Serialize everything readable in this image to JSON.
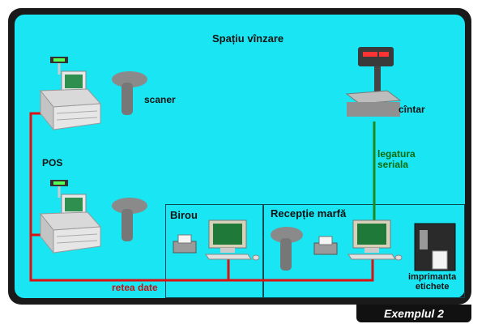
{
  "diagram": {
    "sales_area_label": "Spațiu vînzare",
    "office_label": "Birou",
    "receiving_label": "Recepție marfă",
    "pos_label": "POS",
    "scanner_label": "scaner",
    "scale_label": "cîntar",
    "serial_link_label_line1": "legatura",
    "serial_link_label_line2": "seriala",
    "data_network_label": "retea date",
    "label_printer_line1": "imprimanta",
    "label_printer_line2": "etichete",
    "example_label": "Exemplul 2"
  },
  "colors": {
    "background": "#19e6f2",
    "frame": "#1a1a1a",
    "network_line": "#dd1111",
    "serial_line": "#1e8a1e"
  }
}
